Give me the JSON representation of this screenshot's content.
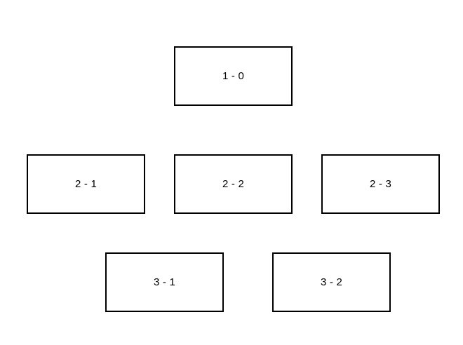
{
  "diagram": {
    "nodes": [
      {
        "id": "1-0",
        "label": "1 - 0"
      },
      {
        "id": "2-1",
        "label": "2 - 1"
      },
      {
        "id": "2-2",
        "label": "2 - 2"
      },
      {
        "id": "2-3",
        "label": "2 - 3"
      },
      {
        "id": "3-1",
        "label": "3 - 1"
      },
      {
        "id": "3-2",
        "label": "3 - 2"
      }
    ]
  },
  "colors": {
    "background": "#ffffff",
    "border": "#000000",
    "text": "#000000"
  }
}
